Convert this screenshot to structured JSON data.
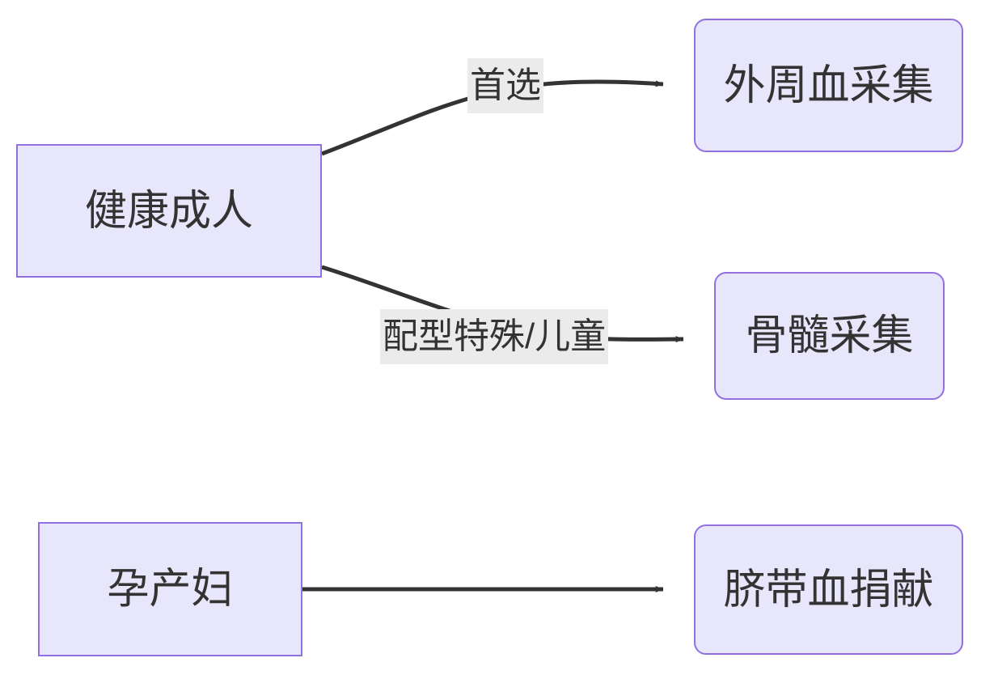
{
  "diagram": {
    "type": "flowchart",
    "orientation": "left-to-right",
    "background_color": "#ffffff",
    "node_fill_color": "#e8e6fb",
    "node_border_color": "#9370e0",
    "node_text_color": "#333333",
    "edge_color": "#333333",
    "edge_label_background": "#ebebeb"
  },
  "nodes": [
    {
      "id": "healthy-adult",
      "label": "健康成人",
      "shape": "rectangle",
      "column": "source"
    },
    {
      "id": "peripheral-blood",
      "label": "外周血采集",
      "shape": "rounded-rectangle",
      "column": "target"
    },
    {
      "id": "bone-marrow",
      "label": "骨髓采集",
      "shape": "rounded-rectangle",
      "column": "target"
    },
    {
      "id": "maternal",
      "label": "孕产妇",
      "shape": "rectangle",
      "column": "source"
    },
    {
      "id": "cord-blood",
      "label": "脐带血捐献",
      "shape": "rounded-rectangle",
      "column": "target"
    }
  ],
  "edges": [
    {
      "id": "edge-healthy-to-peripheral",
      "from": "healthy-adult",
      "to": "peripheral-blood",
      "label": "首选",
      "arrow": "solid-triangle"
    },
    {
      "id": "edge-healthy-to-bone-marrow",
      "from": "healthy-adult",
      "to": "bone-marrow",
      "label": "配型特殊/儿童",
      "arrow": "solid-triangle"
    },
    {
      "id": "edge-maternal-to-cord-blood",
      "from": "maternal",
      "to": "cord-blood",
      "label": "",
      "arrow": "solid-triangle"
    }
  ]
}
